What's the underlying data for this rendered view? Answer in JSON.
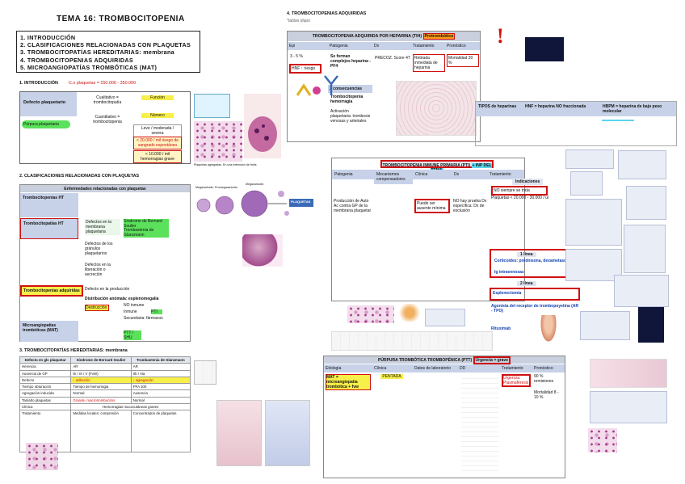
{
  "page": {
    "title": "TEMA 16: TROMBOCITOPENIA",
    "outline": [
      "1. INTRODUCCIÓN",
      "2. CLASIFICACIONES RELACIONADAS CON PLAQUETAS",
      "3. TROMBOCITOPATÍAS HEREDITARIAS: membrana",
      "4. TROMBOCITOPENIAS ADQUIRIDAS",
      "5. MICROANGIOPATÍAS TROMBÓTICAS (MAT)"
    ]
  },
  "intro": {
    "heading": "1. INTRODUCCIÓN",
    "note": "C.n plaquetas = 150.000 - 350.000",
    "defecto": "Defecto plaquetario",
    "purpura": "Púrpura plaquetaria",
    "cualitativo": "Cualitativo = trombocitopatía",
    "cuantitativo": "Cuantitativo = trombocitopenia",
    "funcion": "Función",
    "numero": "Número",
    "leve": "Leve / moderada / severa",
    "r20": "< 20.000 / mil riesgo de sangrado espontáneo",
    "r10": "< 10.000 / mil hemorragias grave",
    "caption": "Plaquetas agregadas. En una extensión de frotis"
  },
  "clasif": {
    "heading": "2. CLASIFICACIONES RELACIONADAS CON PLAQUETAS",
    "table_title": "Enfermedades relacionadas con plaquetas",
    "rows": [
      "Trombocitopenias HT",
      "Trombocitopatías HT",
      "Trombocitopenias adquiridas",
      "Microangiopatías trombóticas (MAT)"
    ],
    "details": [
      "Defectos en la membrana plaquetaria",
      "Defectos de los gránulos plaquetarios",
      "Defectos en la liberación o secreción",
      "Defecto en la producción",
      "Distribución anómala: esplenomegalia",
      "Destrucción"
    ],
    "tags": [
      "Síndrome de Bernard Soulier",
      "Trombastenia de Glanzmann",
      "NO inmune",
      "Inmune",
      "Secundaria: fármacos",
      "PTI",
      "PTT / SHU"
    ],
    "stages": [
      "Megacariocito",
      "Promegacariocito",
      "Megacariocito",
      "PLAQUETAS"
    ]
  },
  "hered": {
    "heading": "3. TROMBOCITOPATÍAS HEREDITARIAS: membrana",
    "cols": [
      "Defecto en glc plaquetar",
      "Síndrome de Bernard Soulier",
      "Trombastenia de Glanzmann"
    ],
    "rows": [
      [
        "Herencia",
        "AR",
        "AR"
      ],
      [
        "Ausencia de GP",
        "Ib / IX / V (FvW)",
        "IIb / IIIa"
      ],
      [
        "Defecto",
        "↓ adhesión",
        "↓ agregación"
      ],
      [
        "Tiempo obturación",
        "Tiempo de hemorragia",
        "PFA 100"
      ],
      [
        "Agregación inducida",
        "Normal",
        "Ausencia"
      ],
      [
        "Tamaño plaquetas",
        "Grande, macrotrombocitos",
        "Normal"
      ],
      [
        "Clínica",
        "Hemorragias mucocutáneas graves",
        ""
      ],
      [
        "Tratamiento",
        "Medidas locales: compresión",
        "Concentrados de plaquetas"
      ]
    ]
  },
  "adq": {
    "heading": "4. TROMBOCITOPENIAS ADQUIRIDAS",
    "sub": "*tablas diapo",
    "hit_title": "TROMBOCITOPENIA ADQUIRIDA POR HEPARINA (TIH)",
    "hit_tag": "Protrombótico",
    "hit_cols": [
      "Epi",
      "Patogenia",
      "Dx",
      "Tratamiento",
      "Pronóstico"
    ],
    "hit_epi": "3 - 5 %",
    "hit_risk": "HNF ↑ riesgo",
    "hit_pat": "Se forman complejos heparina - PF4",
    "hit_dx": "PRECOZ. Score 4T",
    "hit_trat": "Retirada inmediata de heparina",
    "hit_pron": "Mortalidad 20 %",
    "hit_cons": "2 consecuencias",
    "hit_c1": "Trombocitopenia hemorragia",
    "hit_c2": "Activación plaquetaria: trombosis venosas y arteriales",
    "hit_tipos": "TIPOS de heparinas",
    "hit_hnf": "HNF = heparina NO fraccionada",
    "hit_hbpm": "HBPM = heparina de bajo peso molecular",
    "pti_title": "TROMBOCITOPENIA INMUNE PRIMARIA (PTI)",
    "pti_tag": "+ INP DEL TEMA",
    "pti_cols": [
      "Patogenia",
      "Mecanismos compensadores",
      "Clínica",
      "Dx",
      "Tratamiento"
    ],
    "pti_pat": "Producción de Auto Ac contra GP de la membrana plaquetar",
    "pti_clin": "Puede ser ausente mínima",
    "pti_dx": "NO hay prueba Dx específica: Dx de exclusión",
    "pti_trat": "Indicaciones",
    "pti_ind": "NO siempre se trata",
    "pti_ind2": "Plaquetas < 20.000 - 30.000 / ul",
    "pti_l1": "1 línea",
    "pti_cort": "Corticoides: prednisona, dexametasona",
    "pti_ig": "Ig intravenosas",
    "pti_l2": "2 línea",
    "pti_esp": "Esplenectomía",
    "pti_tpo": "Agonista del receptor de trombopoyetina (AR - TPO)",
    "pti_ritux": "Rituximab",
    "ptt_title": "PÚRPURA TROMBÓTICA TROMBOPÉNICA (PTT)",
    "ptt_tag": "Urgencia = grave",
    "ptt_cols": [
      "Etiología",
      "Clínica",
      "Datos de laboratorio",
      "DD",
      "Tratamiento",
      "Pronóstico"
    ],
    "ptt_et": "MAT = microangiopatía trombótica + fvw",
    "ptt_pentada": "PENTADA",
    "ptt_trat": "Urgencia: Plasmaféresis",
    "ptt_pron": "90 % remisiones",
    "ptt_mort": "Mortalidad 8 - 10 %"
  }
}
